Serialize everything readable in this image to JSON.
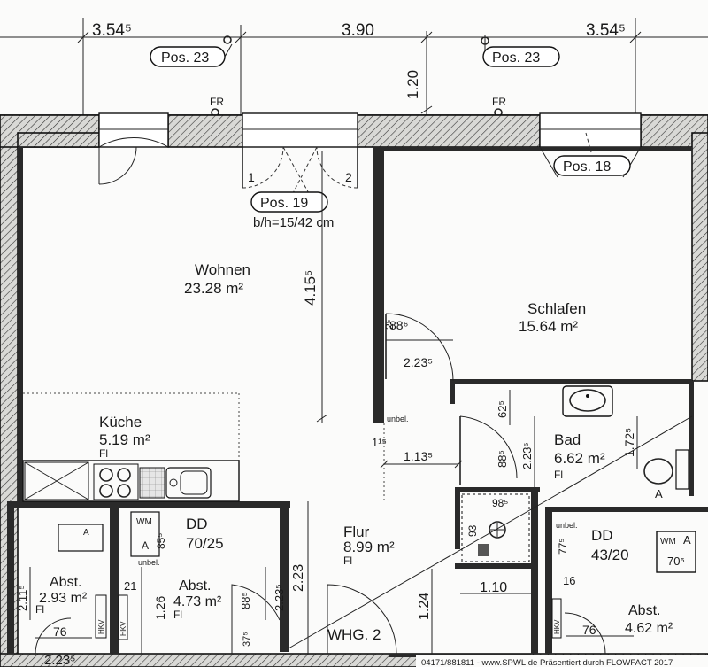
{
  "dimensions": {
    "top_left": "3.54⁵",
    "top_center": "3.90",
    "top_right": "3.54⁵",
    "vertical_top": "1.20",
    "wohnen_height": "4.15⁵",
    "door_88": "88⁶",
    "door_223": "2.23⁵",
    "flur_113": "1.13⁵",
    "flur_115": "1¹⁵",
    "bad_625": "62⁵",
    "bad_885": "88⁵",
    "bad_2235": "2.23⁵",
    "bad_1725": "1.72⁵",
    "dusche_985": "98⁵",
    "dusche_93": "93",
    "dd1_855": "85⁵",
    "dd2_775": "77⁵",
    "dd2_705": "70⁵",
    "abst1_2115": "2.11⁵",
    "abst1_76": "76",
    "abst1_2235": "2.23⁵",
    "abst2_126": "1.26",
    "abst2_21": "21",
    "abst2_885": "88⁵",
    "abst2_2235": "2.23⁵",
    "abst2_375": "37⁵",
    "flur_223": "2.23",
    "flur_124": "1.24",
    "flur_110": "1.10",
    "abst3_16": "16",
    "abst3_76": "76"
  },
  "positions": {
    "pos23_left": "Pos. 23",
    "pos23_right": "Pos. 23",
    "pos19": "Pos. 19",
    "pos18": "Pos. 18",
    "pos19_note": "b/h=15/42 cm"
  },
  "markers": {
    "fr_left": "FR",
    "fr_right": "FR",
    "door_1": "1",
    "door_2": "2",
    "unbel1": "unbel.",
    "unbel2": "unbel.",
    "unbel3": "unbel.",
    "hkv1": "HKV",
    "hkv2": "HKV",
    "hkv3": "HKV",
    "wm1": "WM",
    "wm1_a": "A",
    "a1": "A",
    "wm2": "WM",
    "wm2_a": "A",
    "bad_a": "A",
    "whg": "WHG. 2"
  },
  "rooms": {
    "wohnen": {
      "name": "Wohnen",
      "area": "23.28 m²"
    },
    "schlafen": {
      "name": "Schlafen",
      "area": "15.64 m²"
    },
    "kueche": {
      "name": "Küche",
      "area": "5.19 m²",
      "floor": "Fl"
    },
    "bad": {
      "name": "Bad",
      "area": "6.62 m²",
      "floor": "Fl"
    },
    "flur": {
      "name": "Flur",
      "area": "8.99 m²",
      "floor": "Fl"
    },
    "dd1": {
      "name": "DD",
      "size": "70/25"
    },
    "dd2": {
      "name": "DD",
      "size": "43/20"
    },
    "abst1": {
      "name": "Abst.",
      "area": "2.93 m²",
      "floor": "Fl"
    },
    "abst2": {
      "name": "Abst.",
      "area": "4.73 m²",
      "floor": "Fl"
    },
    "abst3": {
      "name": "Abst.",
      "area": "4.62 m²"
    }
  },
  "footer": "04171/881811 - www.SPWL.de Präsentiert durch FLOWFACT 2017"
}
